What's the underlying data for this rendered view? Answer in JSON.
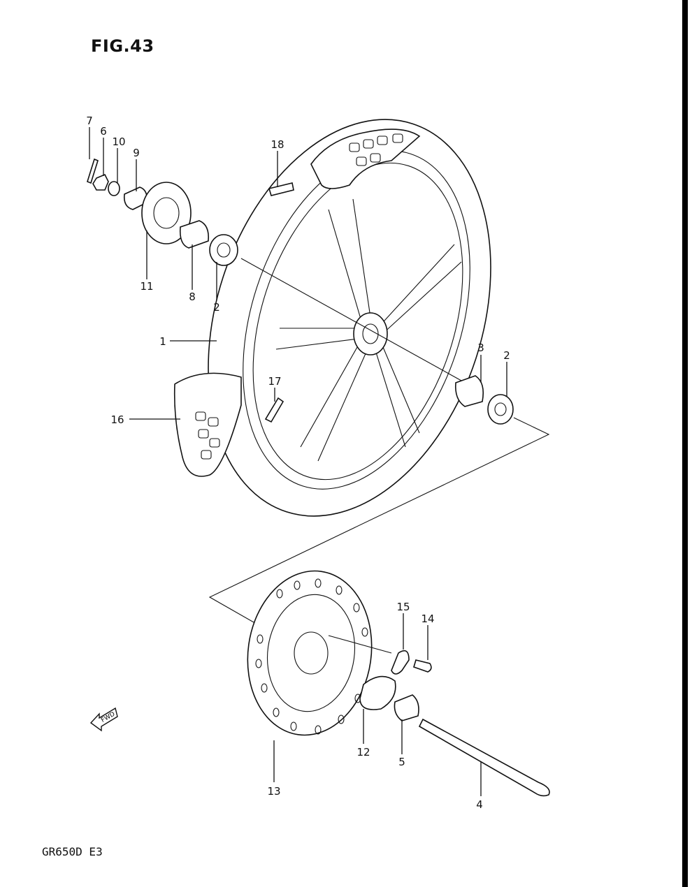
{
  "figure": {
    "title": "FIG.43",
    "model_code": "GR650D E3",
    "fwd_arrow_text": "FWD"
  },
  "callouts": [
    "7",
    "6",
    "10",
    "9",
    "18",
    "11",
    "8",
    "2",
    "1",
    "3",
    "2",
    "17",
    "16",
    "15",
    "14",
    "12",
    "5",
    "13",
    "4"
  ],
  "colors": {
    "ink": "#111111",
    "paper": "#ffffff"
  }
}
